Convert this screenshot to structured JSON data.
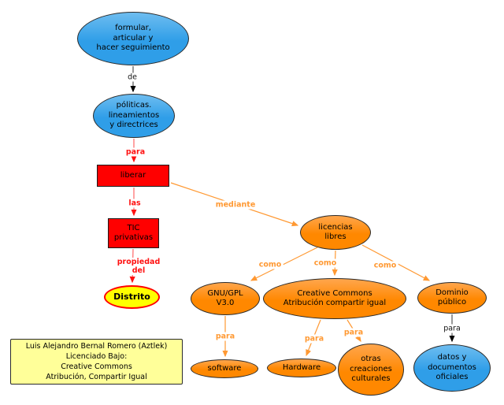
{
  "diagram": {
    "nodes": {
      "formular": {
        "lines": [
          "formular,",
          "articular y",
          "hacer seguimiento"
        ]
      },
      "politicas": {
        "lines": [
          "póliticas.",
          "lineamientos",
          "y directrices"
        ]
      },
      "liberar": {
        "lines": [
          "liberar"
        ]
      },
      "tic": {
        "lines": [
          "TIC",
          "privativas"
        ]
      },
      "distrito": {
        "lines": [
          "Distrito"
        ]
      },
      "licencias": {
        "lines": [
          "licencias",
          "libres"
        ]
      },
      "gnu": {
        "lines": [
          "GNU/GPL",
          "V3.0"
        ]
      },
      "cc": {
        "lines": [
          "Creative Commons",
          "Atribución compartir igual"
        ]
      },
      "dominio": {
        "lines": [
          "Dominio",
          "público"
        ]
      },
      "software": {
        "lines": [
          "software"
        ]
      },
      "hardware": {
        "lines": [
          "Hardware"
        ]
      },
      "otras": {
        "lines": [
          "otras",
          "creaciones",
          "culturales"
        ]
      },
      "datos": {
        "lines": [
          "datos y",
          "documentos",
          "oficiales"
        ]
      }
    },
    "edge_labels": {
      "de": "de",
      "para_politicas": "para",
      "las": "las",
      "propiedad": "propiedad",
      "del": "del",
      "mediante": "mediante",
      "como_gnu": "como",
      "como_cc": "como",
      "como_dominio": "como",
      "para_software": "para",
      "para_hardware": "para",
      "para_otras": "para",
      "para_datos": "para"
    },
    "credit": {
      "lines": [
        "Luis Alejandro Bernal Romero (Aztlek)",
        "Licenciado Bajo:",
        "Creative Commons",
        "Atribución, Compartir Igual"
      ]
    },
    "colors": {
      "node_blue": "#2F9EE8",
      "node_orange": "#FF8800",
      "node_red": "#FF0000",
      "distrito_yellow": "#FFFF00",
      "distrito_border_red": "#FF0000",
      "credit_yellow": "#FFFF99",
      "line_orange": "#FF9933",
      "line_red": "#FF6666",
      "label_red": "#FF1111",
      "line_black": "#555555"
    }
  }
}
